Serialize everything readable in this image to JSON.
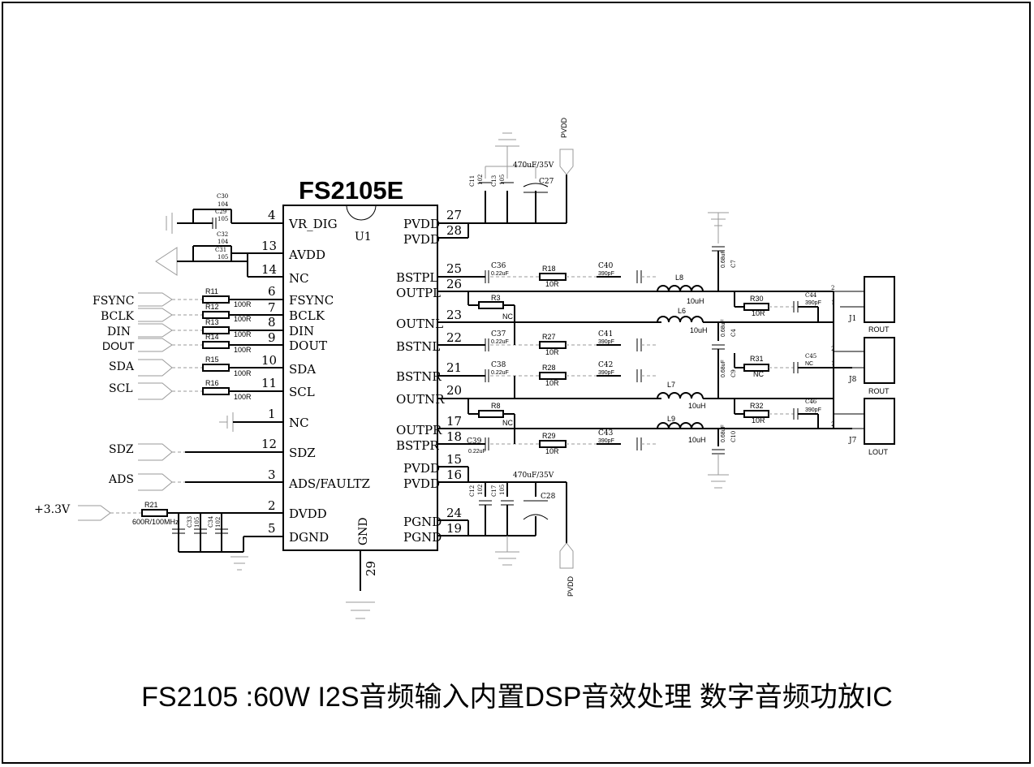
{
  "chip": {
    "name": "FS2105E",
    "ref": "U1",
    "gnd_label": "GND",
    "pins_left": [
      {
        "num": "4",
        "label": "VR_DIG"
      },
      {
        "num": "13",
        "label": "AVDD"
      },
      {
        "num": "14",
        "label": "NC"
      },
      {
        "num": "6",
        "label": "FSYNC"
      },
      {
        "num": "7",
        "label": "BCLK"
      },
      {
        "num": "8",
        "label": "DIN"
      },
      {
        "num": "9",
        "label": "DOUT"
      },
      {
        "num": "10",
        "label": "SDA"
      },
      {
        "num": "11",
        "label": "SCL"
      },
      {
        "num": "1",
        "label": "NC"
      },
      {
        "num": "12",
        "label": "SDZ"
      },
      {
        "num": "3",
        "label": "ADS/FAULTZ"
      },
      {
        "num": "2",
        "label": "DVDD"
      },
      {
        "num": "5",
        "label": "DGND"
      }
    ],
    "pins_right": [
      {
        "num": "27",
        "label": "PVDD"
      },
      {
        "num": "28",
        "label": "PVDD"
      },
      {
        "num": "25",
        "label": "BSTPL"
      },
      {
        "num": "26",
        "label": "OUTPL"
      },
      {
        "num": "23",
        "label": "OUTNL"
      },
      {
        "num": "22",
        "label": "BSTNL"
      },
      {
        "num": "21",
        "label": "BSTNR"
      },
      {
        "num": "20",
        "label": "OUTNR"
      },
      {
        "num": "17",
        "label": "OUTPR"
      },
      {
        "num": "18",
        "label": "BSTPR"
      },
      {
        "num": "15",
        "label": "PVDD"
      },
      {
        "num": "16",
        "label": "PVDD"
      },
      {
        "num": "24",
        "label": "PGND"
      },
      {
        "num": "19",
        "label": "PGND"
      }
    ],
    "gnd_pin": "29"
  },
  "signals": {
    "fsync": "FSYNC",
    "bclk": "BCLK",
    "din": "DIN",
    "dout": "DOUT",
    "sda": "SDA",
    "scl": "SCL",
    "sdz": "SDZ",
    "ads": "ADS",
    "v33": "+3.3V",
    "pvdd_top": "PVDD",
    "pvdd_bot": "PVDD"
  },
  "components": {
    "c30": "C30",
    "c30v": "104",
    "c29": "C29",
    "c29v": "105",
    "c32": "C32",
    "c32v": "104",
    "c31": "C31",
    "c31v": "105",
    "r11": "R11",
    "r12": "R12",
    "r13": "R13",
    "r14": "R14",
    "r15": "R15",
    "r16": "R16",
    "r100": "100R",
    "r21": "R21",
    "r21v": "600R/100MHz",
    "c33": "C33",
    "c33v": "105",
    "c34": "C34",
    "c34v": "102",
    "c11": "C11",
    "c11v": "102",
    "c13": "C13",
    "c13v": "105",
    "c27": "C27",
    "c27v": "470uF/35V",
    "c12": "C12",
    "c12v": "102",
    "c17": "C17",
    "c17v": "105",
    "c28": "C28",
    "c28v": "470uF/35V",
    "c36": "C36",
    "c37": "C37",
    "c38": "C38",
    "c39": "C39",
    "cboot": "0.22uF",
    "r18": "R18",
    "r27": "R27",
    "r28": "R28",
    "r29": "R29",
    "r10": "10R",
    "c40": "C40",
    "c41": "C41",
    "c42": "C42",
    "c43": "C43",
    "c390": "390pF",
    "r3": "R3",
    "r8": "R8",
    "nc": "NC",
    "l8": "L8",
    "l6": "L6",
    "l7": "L7",
    "l9": "L9",
    "l10u": "10uH",
    "c7": "C7",
    "c4": "C4",
    "c9": "C9",
    "c10": "C10",
    "c068": "0.68uF",
    "r30": "R30",
    "r31": "R31",
    "r32": "R32",
    "c44": "C44",
    "c45": "C45",
    "c46": "C46",
    "j1": "J1",
    "j8": "J8",
    "j7": "J7",
    "rout1": "ROUT",
    "rout2": "ROUT",
    "lout": "LOUT",
    "pin1": "1",
    "pin2": "2"
  },
  "footer": {
    "title": "FS2105 :60W I2S音频输入内置DSP音效处理 数字音频功放IC"
  }
}
